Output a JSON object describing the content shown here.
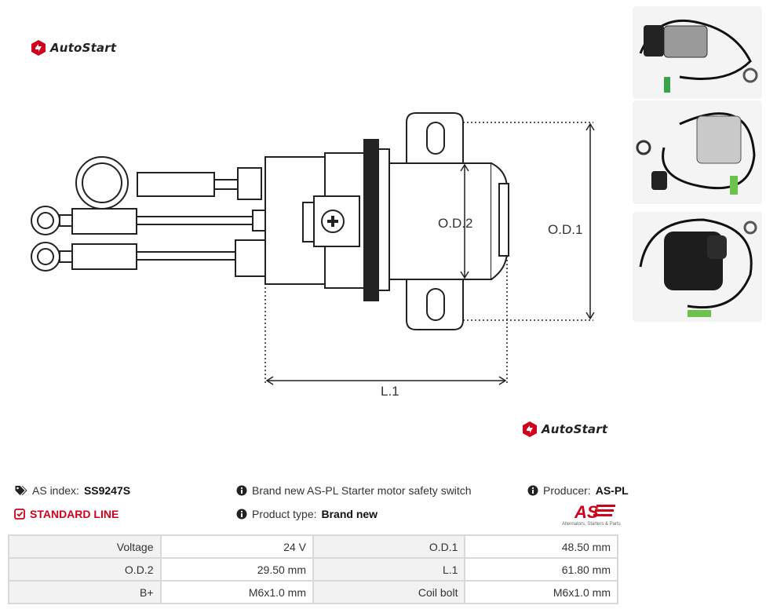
{
  "brand": {
    "name": "AutoStart",
    "color": "#d0021b"
  },
  "diagram": {
    "labels": {
      "od2": "O.D.2",
      "od1": "O.D.1",
      "l1": "L.1"
    }
  },
  "thumbnails": [
    {
      "name": "product-photo-1"
    },
    {
      "name": "product-photo-2"
    },
    {
      "name": "product-photo-3"
    }
  ],
  "info": {
    "as_index_label": "AS index:",
    "as_index_value": "SS9247S",
    "line_label": "STANDARD LINE",
    "description": "Brand new AS-PL Starter motor safety switch",
    "product_type_label": "Product type:",
    "product_type_value": "Brand new",
    "producer_label": "Producer:",
    "producer_value": "AS-PL",
    "producer_logo_text": "AS",
    "producer_logo_tagline": "Alternators, Starters & Parts"
  },
  "specs": [
    [
      {
        "label": "Voltage",
        "value": "24 V"
      },
      {
        "label": "O.D.1",
        "value": "48.50 mm"
      }
    ],
    [
      {
        "label": "O.D.2",
        "value": "29.50 mm"
      },
      {
        "label": "L.1",
        "value": "61.80 mm"
      }
    ],
    [
      {
        "label": "B+",
        "value": "M6x1.0 mm"
      },
      {
        "label": "Coil bolt",
        "value": "M6x1.0 mm"
      }
    ]
  ]
}
